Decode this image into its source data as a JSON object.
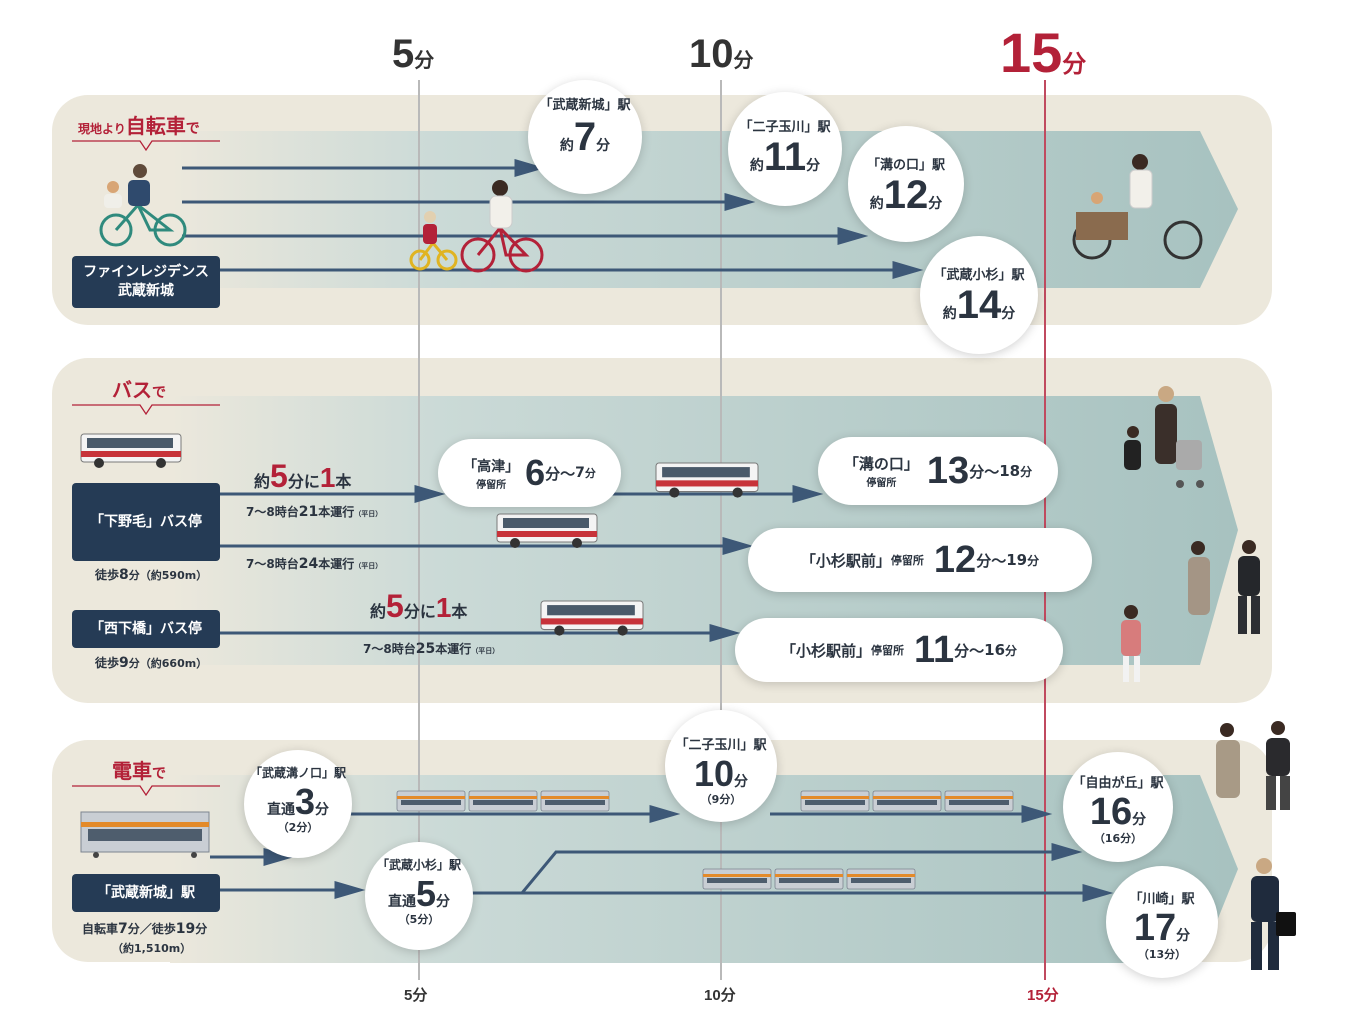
{
  "markers": {
    "m5": {
      "num": "5",
      "unit": "分"
    },
    "m10": {
      "num": "10",
      "unit": "分"
    },
    "m15": {
      "num": "15",
      "unit": "分"
    },
    "b5": "5分",
    "b10": "10分",
    "b15": "15分"
  },
  "bike": {
    "title_pre": "現地より",
    "title_main": "自転車",
    "title_post": "で",
    "origin_line1": "ファインレジデンス",
    "origin_line2": "武蔵新城",
    "dest": [
      {
        "name": "「武蔵新城」駅",
        "prefix": "約",
        "num": "7",
        "unit": "分"
      },
      {
        "name": "「二子玉川」駅",
        "prefix": "約",
        "num": "11",
        "unit": "分"
      },
      {
        "name": "「溝の口」駅",
        "prefix": "約",
        "num": "12",
        "unit": "分"
      },
      {
        "name": "「武蔵小杉」駅",
        "prefix": "約",
        "num": "14",
        "unit": "分"
      }
    ]
  },
  "bus": {
    "title_main": "バス",
    "title_post": "で",
    "stop1": {
      "name": "「下野毛」バス停",
      "walk_pre": "徒歩",
      "walk_num": "8",
      "walk_post": "分（約590m）"
    },
    "stop2": {
      "name": "「西下橋」バス停",
      "walk_pre": "徒歩",
      "walk_num": "9",
      "walk_post": "分（約660m）"
    },
    "freq1": {
      "pre": "約",
      "num": "5",
      "mid": "分に",
      "num2": "1",
      "post": "本"
    },
    "freq2": {
      "pre": "約",
      "num": "5",
      "mid": "分に",
      "num2": "1",
      "post": "本"
    },
    "run1": {
      "pre": "7～8時台",
      "num": "21",
      "post": "本運行",
      "note": "（平日）"
    },
    "run2": {
      "pre": "7～8時台",
      "num": "24",
      "post": "本運行",
      "note": "（平日）"
    },
    "run3": {
      "pre": "7～8時台",
      "num": "25",
      "post": "本運行",
      "note": "（平日）"
    },
    "dest": [
      {
        "name": "「高津」",
        "sub": "停留所",
        "num": "6",
        "unit": "分～",
        "num2": "7",
        "unit2": "分"
      },
      {
        "name": "「溝の口」",
        "sub": "停留所",
        "num": "13",
        "unit": "分～",
        "num2": "18",
        "unit2": "分"
      },
      {
        "name": "「小杉駅前」",
        "sub": "停留所",
        "num": "12",
        "unit": "分～",
        "num2": "19",
        "unit2": "分"
      },
      {
        "name": "「小杉駅前」",
        "sub": "停留所",
        "num": "11",
        "unit": "分～",
        "num2": "16",
        "unit2": "分"
      }
    ]
  },
  "train": {
    "title_main": "電車",
    "title_post": "で",
    "origin": "「武蔵新城」駅",
    "origin_note_a_pre": "自転車",
    "origin_note_a_num": "7",
    "origin_note_a_mid": "分／徒歩",
    "origin_note_a_num2": "19",
    "origin_note_a_post": "分",
    "origin_note_b": "（約1,510m）",
    "dest": [
      {
        "name": "「武蔵溝ノ口」駅",
        "prefix": "直通",
        "num": "3",
        "unit": "分",
        "note": "（2分）"
      },
      {
        "name": "「武蔵小杉」駅",
        "prefix": "直通",
        "num": "5",
        "unit": "分",
        "note": "（5分）"
      },
      {
        "name": "「二子玉川」駅",
        "prefix": "",
        "num": "10",
        "unit": "分",
        "note": "（9分）"
      },
      {
        "name": "「自由が丘」駅",
        "prefix": "",
        "num": "16",
        "unit": "分",
        "note": "（16分）"
      },
      {
        "name": "「川崎」駅",
        "prefix": "",
        "num": "17",
        "unit": "分",
        "note": "（13分）"
      }
    ]
  },
  "colors": {
    "panel": "#ece8dc",
    "band": "#b8cfcc",
    "arrow": "#3d5877",
    "navy": "#253b55",
    "accent": "#b32138"
  }
}
